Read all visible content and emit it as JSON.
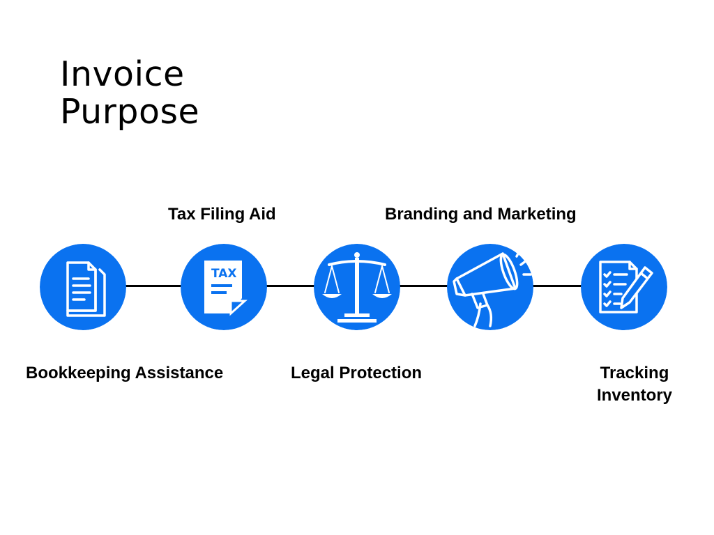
{
  "title": {
    "line1": "Invoice",
    "line2": "Purpose"
  },
  "colors": {
    "node_fill": "#0A72F0",
    "icon_stroke": "#FFFFFF",
    "connector": "#000000",
    "text": "#000000"
  },
  "steps": [
    {
      "label": "Bookkeeping Assistance",
      "icon": "documents-icon"
    },
    {
      "label": "Tax Filing Aid",
      "icon": "tax-document-icon"
    },
    {
      "label": "Legal Protection",
      "icon": "scales-of-justice-icon"
    },
    {
      "label": "Branding and Marketing",
      "icon": "megaphone-icon"
    },
    {
      "label_line1": "Tracking",
      "label_line2": "Inventory",
      "icon": "checklist-pen-icon"
    }
  ]
}
